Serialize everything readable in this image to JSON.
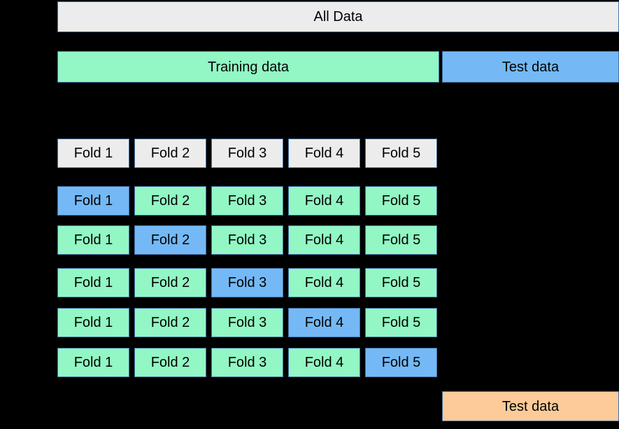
{
  "diagram": {
    "title_bar": {
      "label": "All Data"
    },
    "split_row": {
      "training_label": "Training data",
      "test_label": "Test data"
    },
    "bottom_bar": {
      "label": "Test data"
    },
    "fold_labels": [
      "Fold 1",
      "Fold 2",
      "Fold 3",
      "Fold 4",
      "Fold 5"
    ],
    "rows": [
      {
        "name": "fold-header-row",
        "fills": [
          "gray",
          "gray",
          "gray",
          "gray",
          "gray"
        ],
        "labels": [
          "Fold 1",
          "Fold 2",
          "Fold 3",
          "Fold 4",
          "Fold 5"
        ]
      },
      {
        "name": "split-1",
        "fills": [
          "blue",
          "green",
          "green",
          "green",
          "green"
        ],
        "labels": [
          "Fold 1",
          "Fold 2",
          "Fold 3",
          "Fold 4",
          "Fold 5"
        ]
      },
      {
        "name": "split-2",
        "fills": [
          "green",
          "blue",
          "green",
          "green",
          "green"
        ],
        "labels": [
          "Fold 1",
          "Fold 2",
          "Fold 3",
          "Fold 4",
          "Fold 5"
        ]
      },
      {
        "name": "split-3",
        "fills": [
          "green",
          "green",
          "blue",
          "green",
          "green"
        ],
        "labels": [
          "Fold 1",
          "Fold 2",
          "Fold 3",
          "Fold 4",
          "Fold 5"
        ]
      },
      {
        "name": "split-4",
        "fills": [
          "green",
          "green",
          "green",
          "blue",
          "green"
        ],
        "labels": [
          "Fold 1",
          "Fold 2",
          "Fold 3",
          "Fold 4",
          "Fold 5"
        ]
      },
      {
        "name": "split-5",
        "fills": [
          "green",
          "green",
          "green",
          "green",
          "blue"
        ],
        "labels": [
          "Fold 1",
          "Fold 2",
          "Fold 3",
          "Fold 4",
          "Fold 5"
        ]
      }
    ],
    "geometry": {
      "column_x": [
        82,
        192,
        302,
        412,
        522
      ],
      "row_y": [
        198,
        266,
        322,
        383,
        440,
        497
      ]
    },
    "colors": {
      "background": "#000000",
      "border": "#4472a8",
      "gray": "#ececec",
      "green": "#92f7c4",
      "blue": "#74b9f5",
      "orange": "#fccb99"
    }
  }
}
